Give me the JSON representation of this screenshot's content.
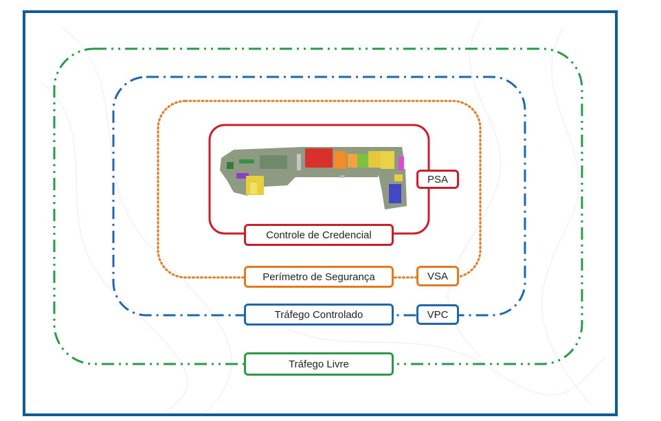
{
  "colors": {
    "frame": "#0f5c99",
    "psa": "#c8202a",
    "vsa": "#e07b22",
    "vpc": "#1f66ad",
    "livre": "#2a9a48"
  },
  "zones": {
    "psa": {
      "tag": "PSA",
      "caption": "Controle de Credencial"
    },
    "vsa": {
      "tag": "VSA",
      "caption": "Perímetro de Segurança"
    },
    "vpc": {
      "tag": "VPC",
      "caption": "Tráfego Controlado"
    },
    "livre": {
      "caption": "Tráfego Livre"
    }
  },
  "map_icon": "site-aerial-map"
}
